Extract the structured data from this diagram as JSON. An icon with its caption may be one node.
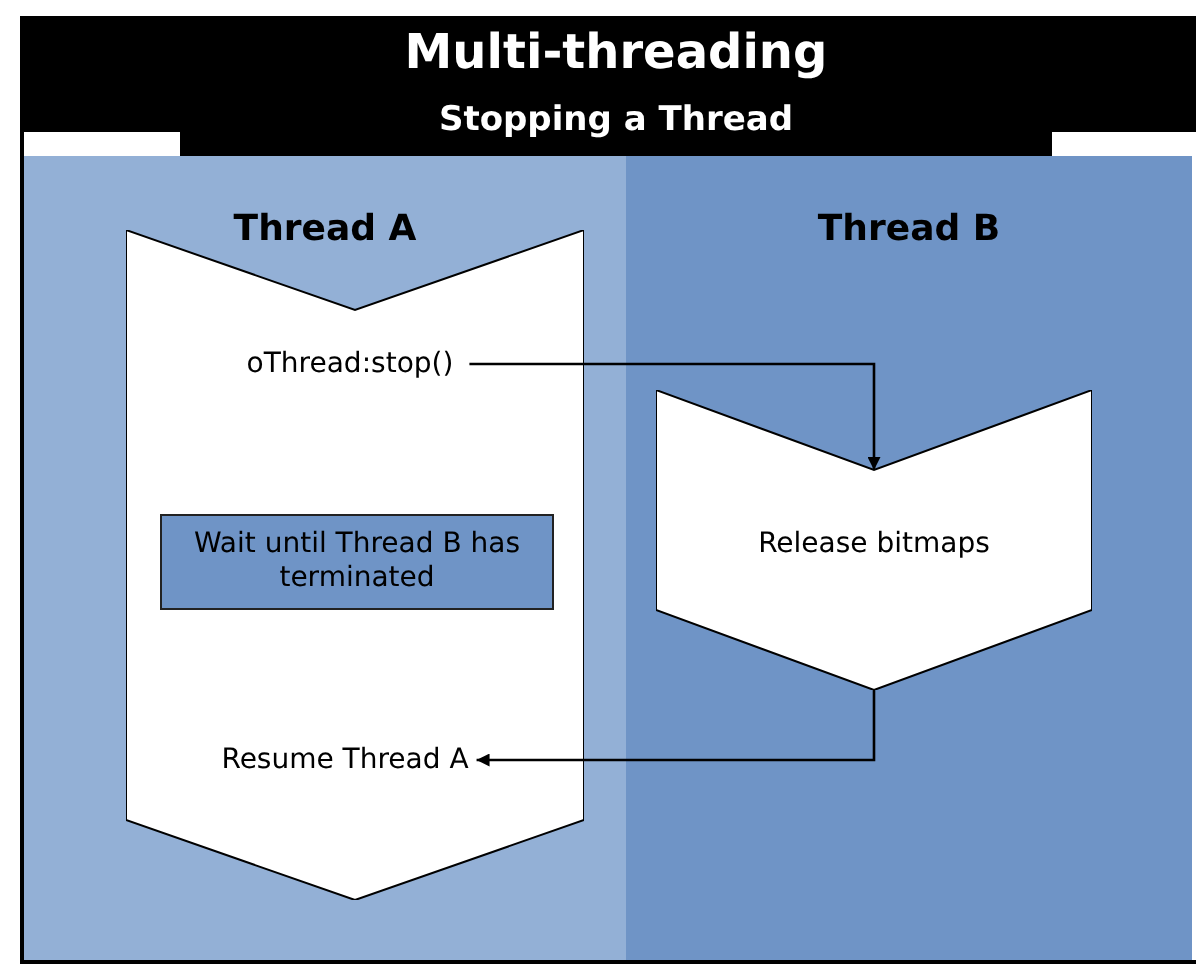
{
  "diagram": {
    "title": "Multi-threading",
    "nodes": [
      {
        "text": [
          "Thread A"
        ]
      },
      {
        "text": [
          "Thread B"
        ]
      },
      {
        "text": [],
        "shape": "chevron",
        "in": 0
      },
      {
        "text": [
          "oThread:stop()"
        ],
        "in": 2
      },
      {
        "text": [
          "Wait until Thread B has terminated"
        ],
        "in": 2
      },
      {
        "text": [
          "Resume Thread A"
        ],
        "in": 2
      },
      {
        "text": [
          "Release bitmaps"
        ],
        "in": 1
      }
    ],
    "edges": [
      {
        "from": 3,
        "to": 6,
        "arrow": "to"
      },
      {
        "from": 6,
        "to": 5,
        "arrow": "to"
      }
    ],
    "labels": [
      "Stopping a Thread"
    ]
  }
}
